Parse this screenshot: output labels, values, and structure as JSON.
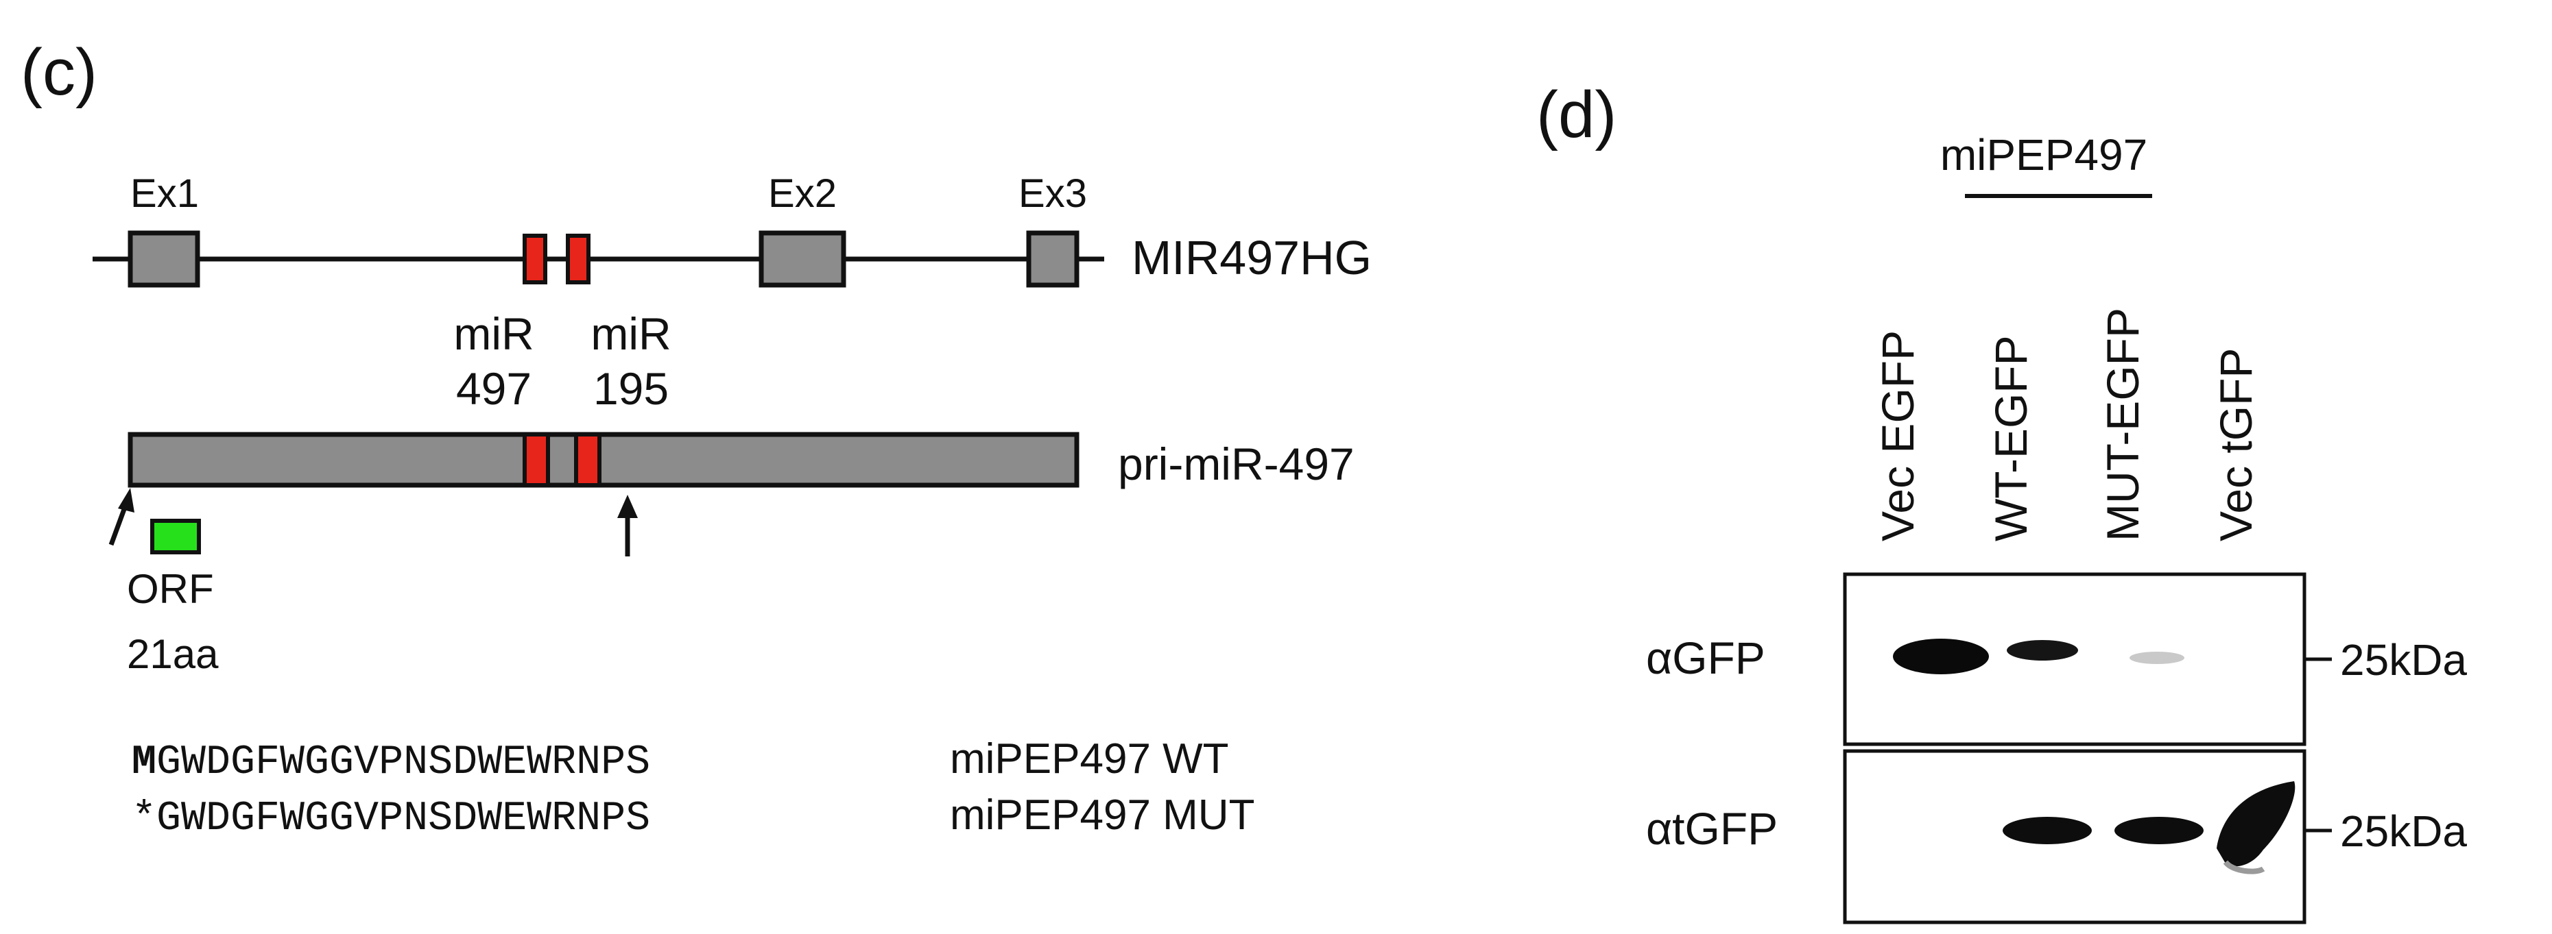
{
  "panel_c": {
    "label": "(c)",
    "gene": {
      "name": "MIR497HG",
      "exons": [
        "Ex1",
        "Ex2",
        "Ex3"
      ]
    },
    "mir_labels": {
      "mir497_line1": "miR",
      "mir497_line2": "497",
      "mir195_line1": "miR",
      "mir195_line2": "195"
    },
    "transcript": {
      "name": "pri-miR-497"
    },
    "orf": {
      "line1": "ORF",
      "line2": "21aa"
    },
    "sequences": {
      "wt_first": "M",
      "wt_rest": "GWDGFWGGVPNSDWEWRNPS",
      "wt_label": "miPEP497 WT",
      "mut_seq": "*GWDGFWGGVPNSDWEWRNPS",
      "mut_label": "miPEP497 MUT"
    },
    "colors": {
      "exon": "#8c8c8c",
      "mirna": "#e8251b",
      "orf": "#27e01c"
    }
  },
  "panel_d": {
    "label": "(d)",
    "group_label": "miPEP497",
    "lanes": [
      "Vec EGFP",
      "WT-EGFP",
      "MUT-EGFP",
      "Vec tGFP"
    ],
    "blots": [
      {
        "antibody": "αGFP",
        "marker": "25kDa"
      },
      {
        "antibody": "αtGFP",
        "marker": "25kDa"
      }
    ]
  }
}
